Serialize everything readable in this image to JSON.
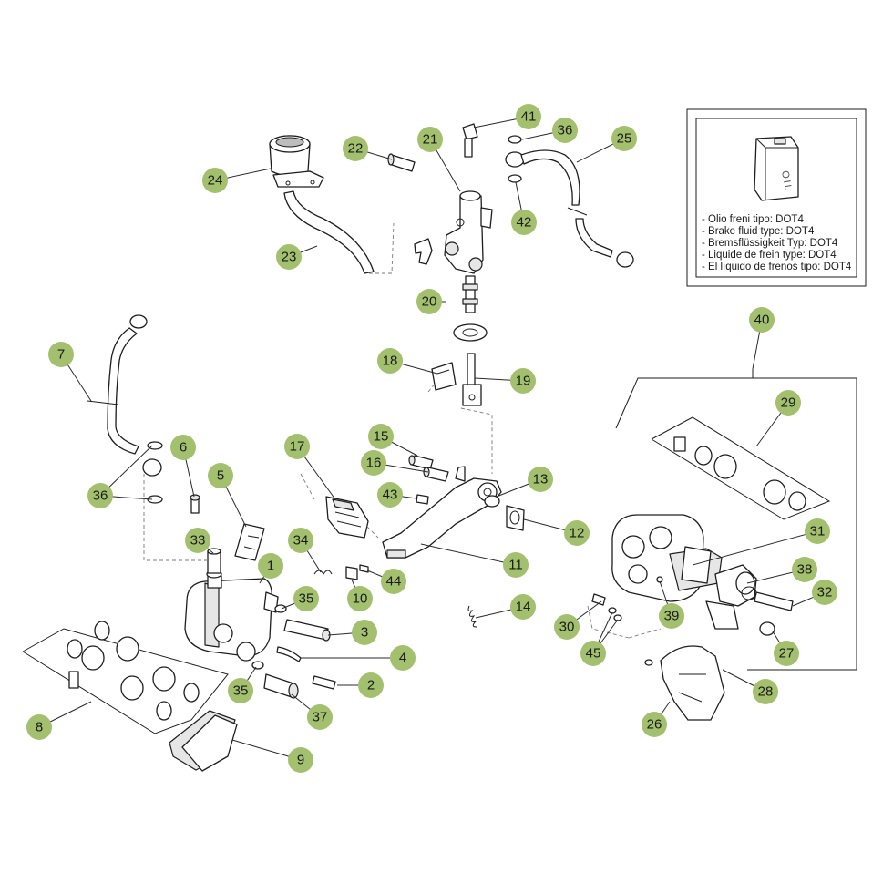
{
  "colors": {
    "bubble_fill": "#a3c06e",
    "bubble_text": "#1a1a1a",
    "line": "#1e1e1e",
    "background": "#ffffff"
  },
  "callouts": [
    "1",
    "2",
    "3",
    "4",
    "5",
    "6",
    "7",
    "8",
    "9",
    "10",
    "11",
    "12",
    "13",
    "14",
    "15",
    "16",
    "17",
    "18",
    "19",
    "20",
    "21",
    "22",
    "23",
    "24",
    "25",
    "26",
    "27",
    "28",
    "29",
    "30",
    "31",
    "32",
    "33",
    "34",
    "35",
    "35",
    "36",
    "36",
    "37",
    "38",
    "39",
    "40",
    "41",
    "42",
    "43",
    "44",
    "45"
  ],
  "legend": {
    "icon_label": "OIL",
    "lines": [
      "- Olio freni tipo: DOT4",
      "- Brake fluid type: DOT4",
      "- Bremsflüssigkeit Typ: DOT4",
      "- Liquide de frein type: DOT4",
      "- El líquido de frenos tipo: DOT4"
    ]
  }
}
